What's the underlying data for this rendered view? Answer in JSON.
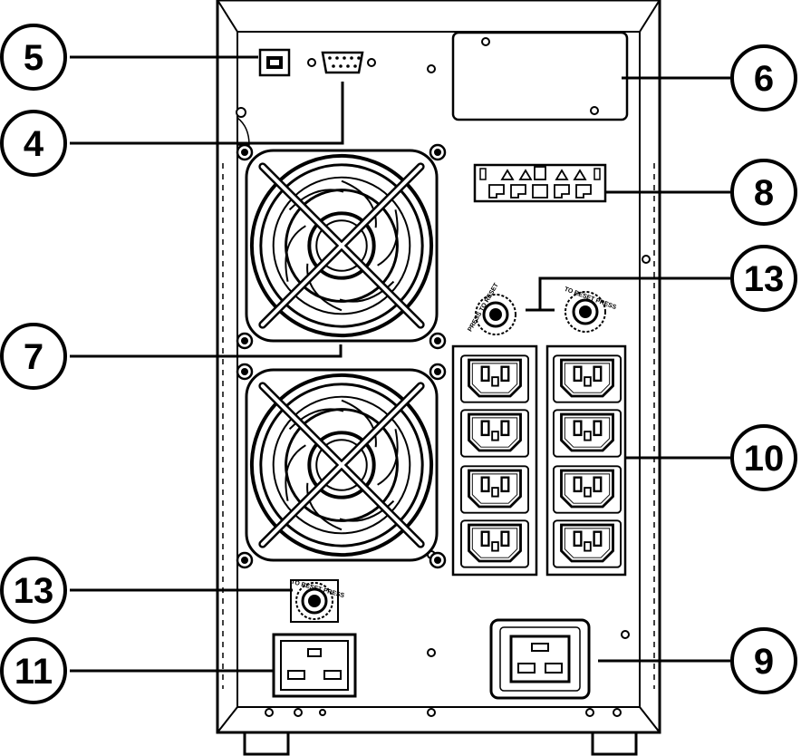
{
  "diagram": {
    "callouts": [
      {
        "id": "5",
        "label": "5",
        "part": "usb-port"
      },
      {
        "id": "4",
        "label": "4",
        "part": "rs232-port"
      },
      {
        "id": "6",
        "label": "6",
        "part": "slot-cover"
      },
      {
        "id": "8",
        "label": "8",
        "part": "surge-protection-block"
      },
      {
        "id": "13a",
        "label": "13",
        "part": "output-breakers"
      },
      {
        "id": "7",
        "label": "7",
        "part": "cooling-fans"
      },
      {
        "id": "10",
        "label": "10",
        "part": "iec-c13-outlets"
      },
      {
        "id": "13b",
        "label": "13",
        "part": "input-breaker"
      },
      {
        "id": "11",
        "label": "11",
        "part": "ac-input-socket"
      },
      {
        "id": "9",
        "label": "9",
        "part": "iec-c19-outlet"
      }
    ],
    "reset_labels": {
      "breaker_top_left": "PRESS TO RESET",
      "breaker_top_right": "TO RESET PRESS",
      "breaker_bottom": "TO RESET PRESS"
    },
    "colors": {
      "line": "#000000",
      "background": "#ffffff"
    }
  }
}
